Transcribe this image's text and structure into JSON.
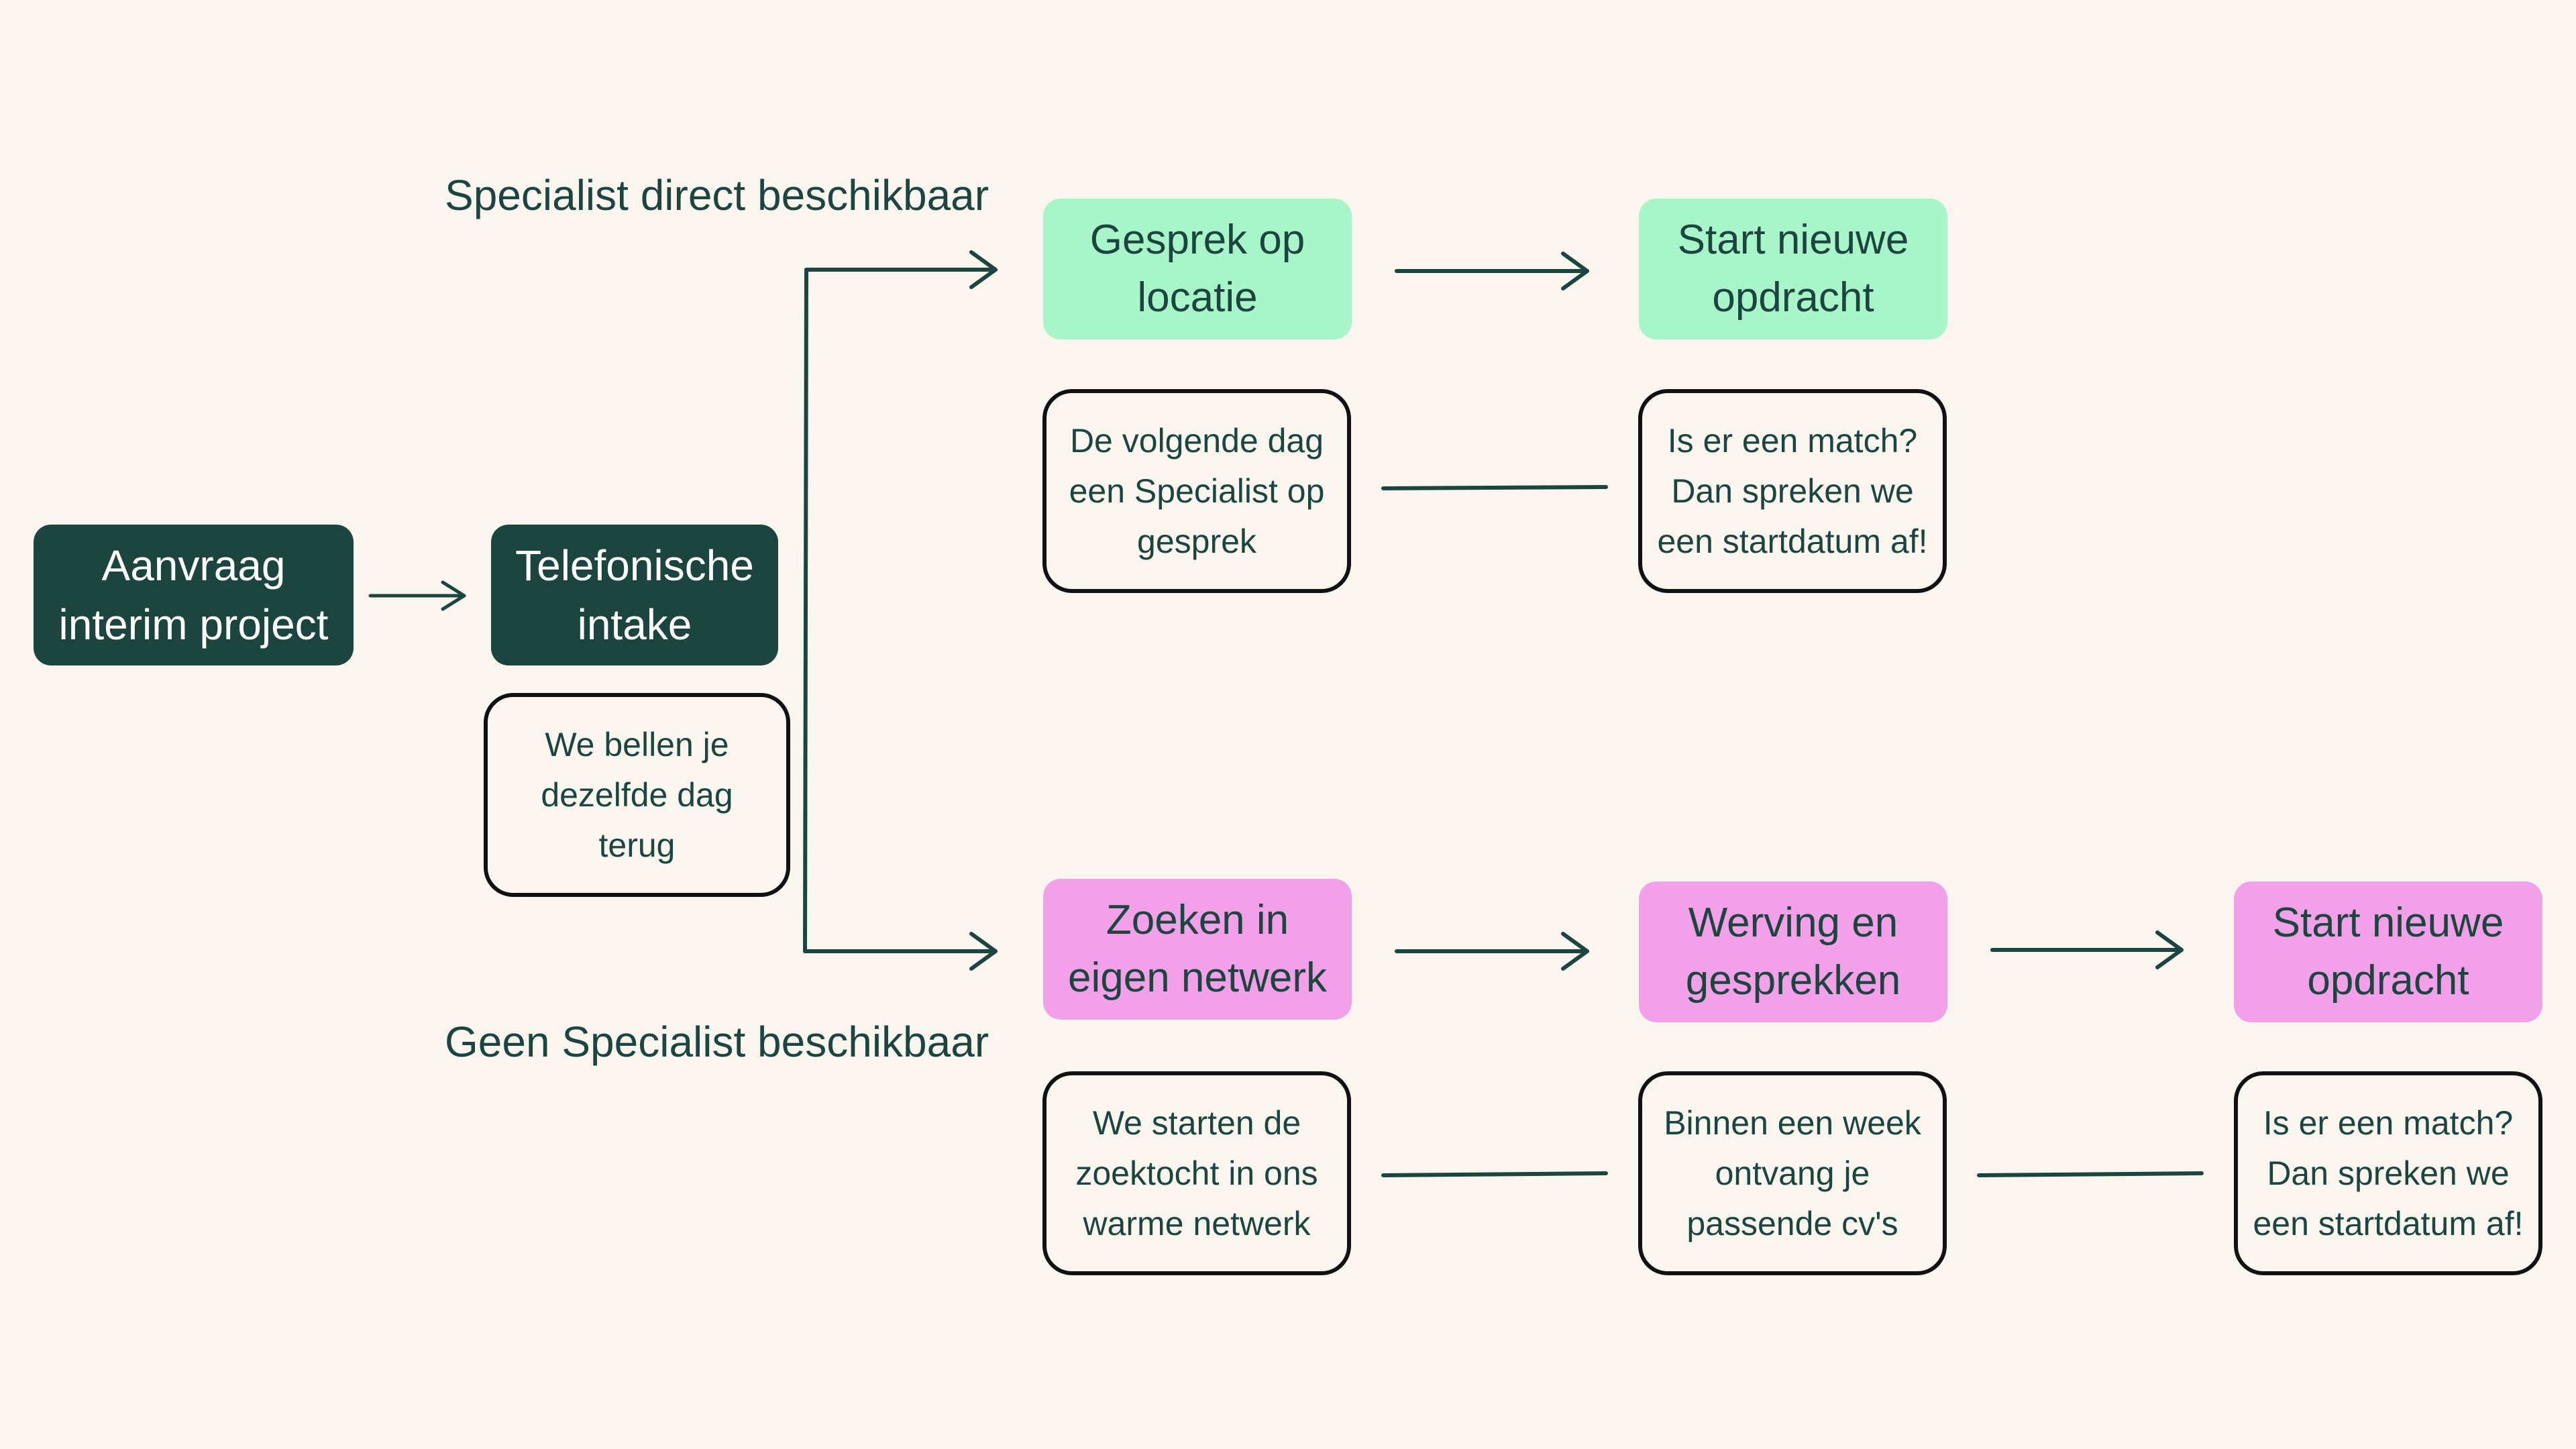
{
  "start": {
    "request": "Aanvraag\ninterim project",
    "intake": "Telefonische\nintake",
    "intake_note": "We bellen je\ndezelfde dag\nterug"
  },
  "branch_available": {
    "label": "Specialist direct beschikbaar",
    "step1": "Gesprek op\nlocatie",
    "step1_note": "De volgende dag\neen Specialist op\ngesprek",
    "step2": "Start nieuwe\nopdracht",
    "step2_note": "Is er een match?\nDan spreken we\neen startdatum af!"
  },
  "branch_unavailable": {
    "label": "Geen Specialist beschikbaar",
    "step1": "Zoeken in\neigen netwerk",
    "step1_note": "We starten de\nzoektocht in ons\nwarme netwerk",
    "step2": "Werving en\ngesprekken",
    "step2_note": "Binnen een week\nontvang je\npassende cv's",
    "step3": "Start nieuwe\nopdracht",
    "step3_note": "Is er een match?\nDan spreken we\neen startdatum af!"
  },
  "colors": {
    "dark": "#1C4540",
    "green": "#A8F5CA",
    "pink": "#F2A0E8",
    "background": "#FAF6EF",
    "outline": "#111111"
  }
}
